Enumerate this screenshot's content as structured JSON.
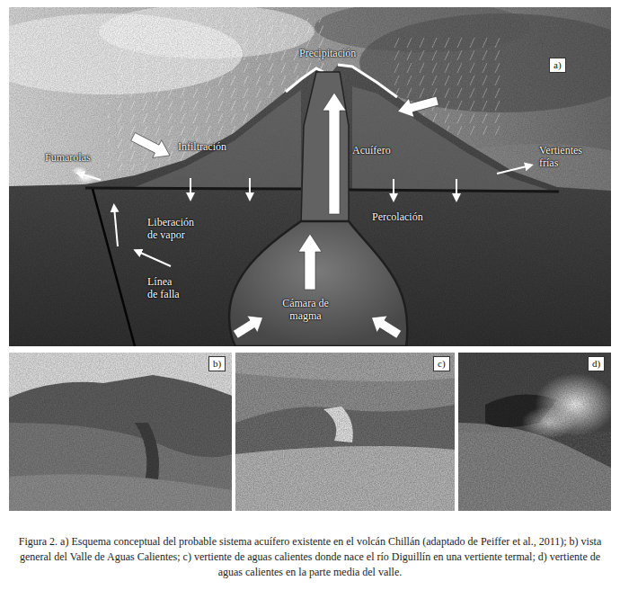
{
  "diagram": {
    "caption": "Figura 2. a) Esquema conceptual del probable sistema acuífero existente en el volcán Chillán (adaptado de Peiffer et al., 2011); b) vista general del Valle de Aguas Calientes; c) vertiente de aguas calientes donde nace el río Diguillín en una vertiente termal; d) vertiente de aguas calientes en la parte media del valle.",
    "labels": [
      "Precipitación",
      "a)",
      "Infiltración",
      "Acuífero",
      "Fumarolas",
      "Vertientes frías",
      "Liberación de vapor",
      "Percolación",
      "Línea de falla",
      "Cámara de magma",
      "b)",
      "c)",
      "d)"
    ]
  }
}
